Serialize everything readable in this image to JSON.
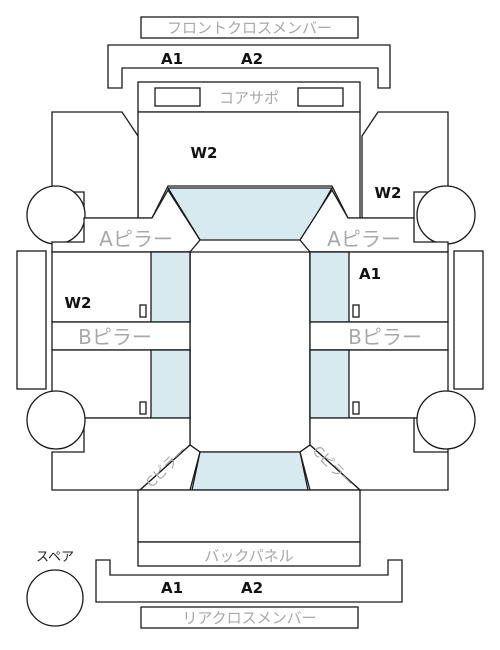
{
  "labels": {
    "front_cross_member": "フロントクロスメンバー",
    "core_support": "コアサポ",
    "a_pillar": "Aピラー",
    "b_pillar": "Bピラー",
    "c_pillar": "Cピラー",
    "back_panel": "バックパネル",
    "rear_cross_member": "リアクロスメンバー",
    "spare": "スペア"
  },
  "codes": {
    "front_cm_1": "A1",
    "front_cm_2": "A2",
    "hood": "W2",
    "right_fender": "W2",
    "right_front_door": "A1",
    "left_front_door": "W2",
    "rear_cm_1": "A1",
    "rear_cm_2": "A2"
  },
  "colors": {
    "outline": "#1a1a1a",
    "glass": "#d6eaf0",
    "label_gray": "#a8a8a8",
    "code_text": "#111111"
  }
}
